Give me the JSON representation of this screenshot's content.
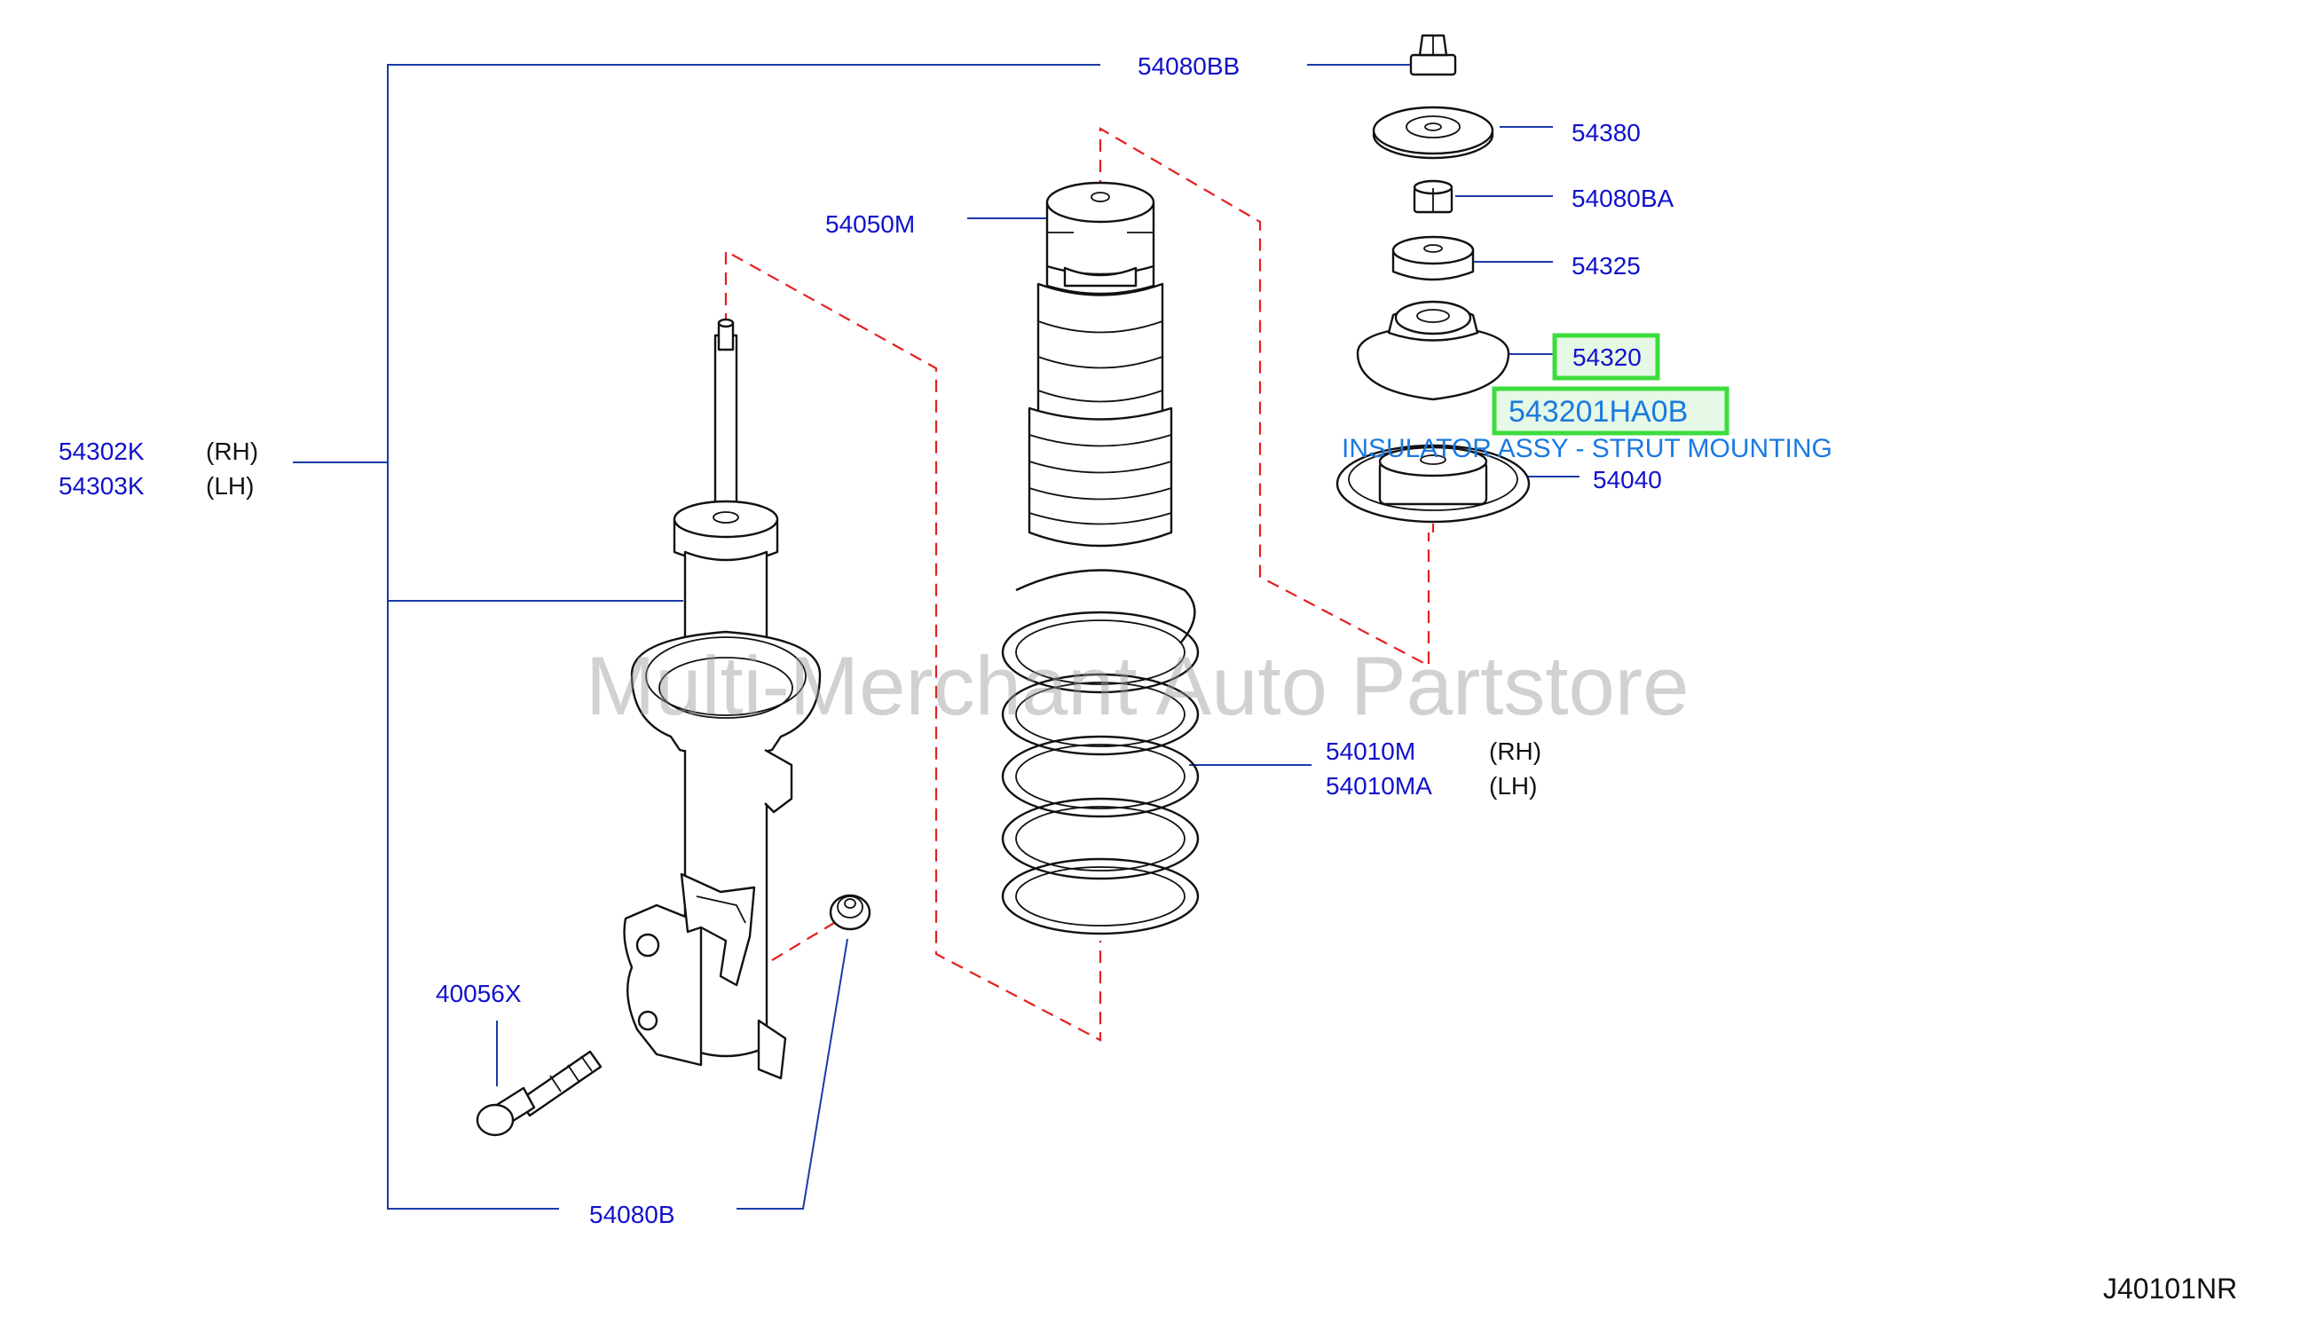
{
  "labels": {
    "p54080BB": "54080BB",
    "p54380": "54380",
    "p54080BA": "54080BA",
    "p54325": "54325",
    "p54320": "54320",
    "p54040": "54040",
    "p54050M": "54050M",
    "p54302K": "54302K",
    "p54303K": "54303K",
    "p54010M": "54010M",
    "p54010MA": "54010MA",
    "p40056X": "40056X",
    "p54080B": "54080B",
    "rh": "(RH)",
    "lh": "(LH)"
  },
  "highlight": {
    "part_number": "543201HA0B",
    "description": "INSULATOR ASSY - STRUT MOUNTING",
    "box_color": "#3ddc3d"
  },
  "watermark": "Multi-Merchant Auto Partstore",
  "diagram_code": "J40101NR"
}
